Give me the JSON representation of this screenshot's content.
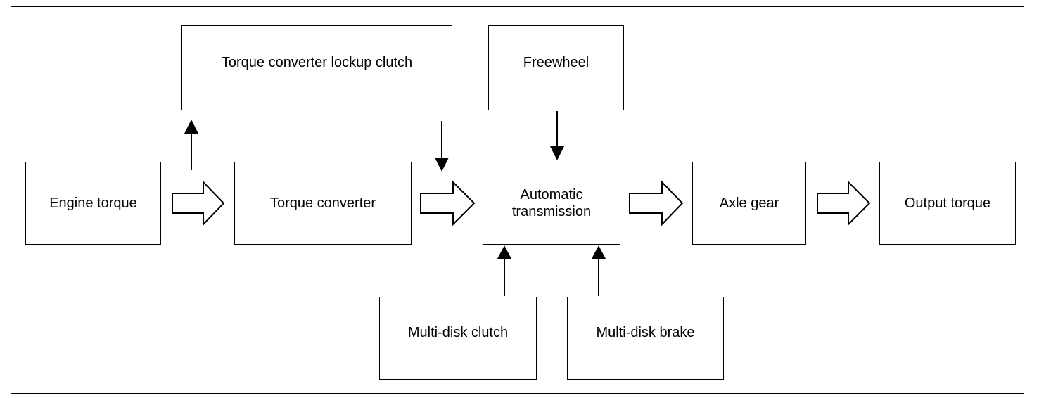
{
  "diagram": {
    "nodes": {
      "engine_torque": "Engine torque",
      "torque_converter": "Torque converter",
      "lockup_clutch": "Torque converter lockup clutch",
      "freewheel": "Freewheel",
      "automatic_transmission": "Automatic\ntransmission",
      "axle_gear": "Axle gear",
      "output_torque": "Output torque",
      "multi_disk_clutch": "Multi-disk clutch",
      "multi_disk_brake": "Multi-disk brake"
    },
    "flow": [
      {
        "from": "Engine torque",
        "to": "Torque converter",
        "style": "hollow-arrow"
      },
      {
        "from": "Torque converter",
        "to": "Automatic transmission",
        "style": "hollow-arrow"
      },
      {
        "from": "Automatic transmission",
        "to": "Axle gear",
        "style": "hollow-arrow"
      },
      {
        "from": "Axle gear",
        "to": "Output torque",
        "style": "hollow-arrow"
      },
      {
        "from": "Engine torque",
        "to": "Torque converter lockup clutch",
        "style": "line-arrow"
      },
      {
        "from": "Torque converter lockup clutch",
        "to": "Automatic transmission",
        "style": "line-arrow"
      },
      {
        "from": "Freewheel",
        "to": "Automatic transmission",
        "style": "line-arrow"
      },
      {
        "from": "Multi-disk clutch",
        "to": "Automatic transmission",
        "style": "line-arrow"
      },
      {
        "from": "Multi-disk brake",
        "to": "Automatic transmission",
        "style": "line-arrow"
      }
    ]
  }
}
